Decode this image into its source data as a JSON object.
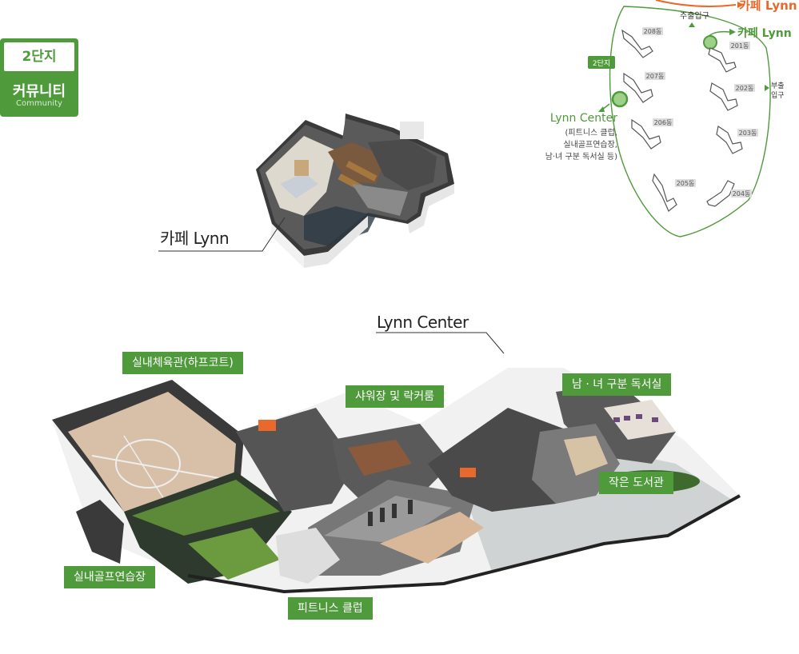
{
  "badge": {
    "complex": "2단지",
    "title": "커뮤니티",
    "subtitle": "Community"
  },
  "cafe": {
    "label": "카페 Lynn"
  },
  "lynn_center": {
    "label": "Lynn Center"
  },
  "facilities": {
    "gym": "실내체육관(하프코트)",
    "shower": "샤워장 및 락커룸",
    "reading_room": "남 · 녀 구분 독서실",
    "library": "작은 도서관",
    "golf": "실내골프연습장",
    "fitness": "피트니스 클럽"
  },
  "site_map": {
    "cafe_top": "카페 Lynn",
    "main_entrance": "주출입구",
    "cafe_right": "카페 Lynn",
    "complex_tag": "2단지",
    "sub_entrance_line1": "부출",
    "sub_entrance_line2": "입구",
    "center_name": "Lynn Center",
    "center_desc_line1": "(피트니스 클럽,",
    "center_desc_line2": "실내골프연습장,",
    "center_desc_line3": "남·녀 구분 독서실 등)",
    "buildings": [
      "208동",
      "201동",
      "207동",
      "202동",
      "206동",
      "203동",
      "205동",
      "204동"
    ],
    "colors": {
      "green": "#4f9a3b",
      "orange": "#e8692b"
    }
  }
}
